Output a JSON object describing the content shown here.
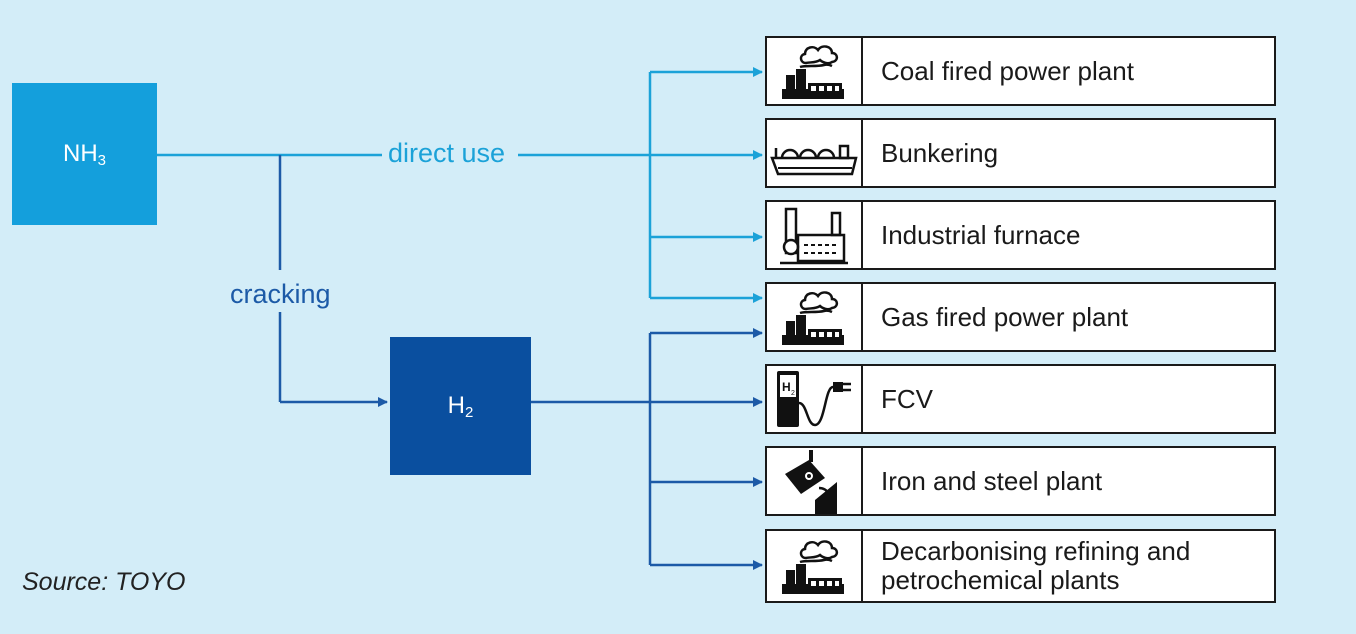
{
  "nodes": {
    "nh3": {
      "main": "NH",
      "sub": "3"
    },
    "h2": {
      "main": "H",
      "sub": "2"
    }
  },
  "edges": {
    "direct_use": "direct use",
    "cracking": "cracking"
  },
  "applications": [
    {
      "label": "Coal fired power plant",
      "icon": "factory-smoke-icon",
      "source": "nh3"
    },
    {
      "label": "Bunkering",
      "icon": "ship-icon",
      "source": "nh3"
    },
    {
      "label": "Industrial furnace",
      "icon": "industrial-plant-icon",
      "source": "nh3"
    },
    {
      "label": "Gas fired power plant",
      "icon": "factory-smoke-icon",
      "source": "nh3+h2"
    },
    {
      "label": "FCV",
      "icon": "h2-fuel-pump-icon",
      "source": "h2"
    },
    {
      "label": "Iron and steel plant",
      "icon": "ladle-icon",
      "source": "h2"
    },
    {
      "label": "Decarbonising refining and petrochemical plants",
      "icon": "factory-smoke-icon",
      "source": "h2"
    }
  ],
  "source": "Source: TOYO",
  "colors": {
    "background": "#d3edf8",
    "nh3": "#149fdc",
    "h2": "#0a4f9f",
    "direct_line": "#1ba2d8",
    "h2_line": "#1c5aa7"
  }
}
